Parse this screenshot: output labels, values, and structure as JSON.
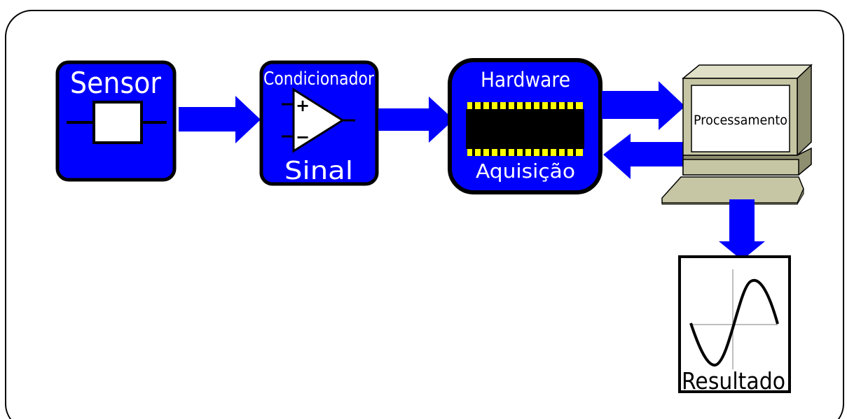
{
  "diagram": {
    "blocks": {
      "sensor": {
        "label": "Sensor"
      },
      "conditioner": {
        "label_top": "Condicionador",
        "label_bottom": "Sinal",
        "plus": "+",
        "minus": "−"
      },
      "hardware": {
        "label_top": "Hardware",
        "label_bottom": "Aquisição"
      },
      "computer": {
        "label": "Processamento"
      },
      "result": {
        "label": "Resultado"
      }
    },
    "colors": {
      "block_fill": "#0000ff",
      "arrow_fill": "#0000ff",
      "outline": "#000000",
      "chip_pins": "#ffff00",
      "computer_body": "#c6c6a4",
      "computer_shade": "#8e8e70"
    }
  }
}
